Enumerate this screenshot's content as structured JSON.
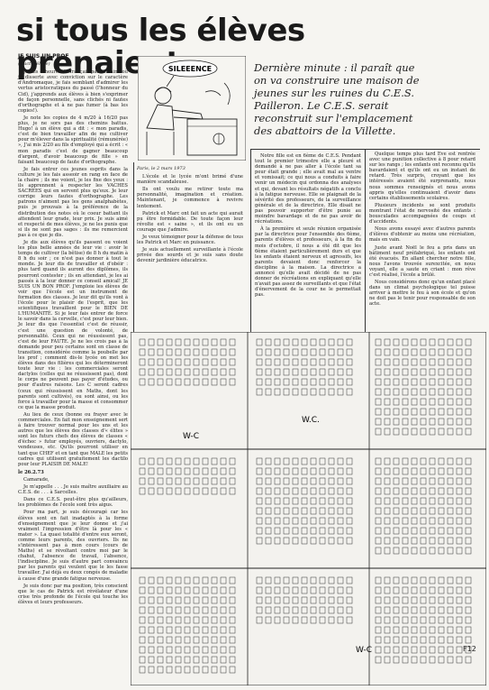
{
  "headline": "si tous les élèves prenaient",
  "left_column": {
    "heading": "JE SUIS UN PROF",
    "subheading": "(tract d'élève)",
    "paragraphs": [
      "Je fais 4 heures de français par semaine où je disserte avec conviction sur le caractère d'Andromaque, je fais semblant d'admirer les vertus aristocratiques du passé (l'honneur du Cid), j'apprends aux élèves à bien s'exprimer de façon personnelle, sans clichés ni fautes d'orthographe et à ne pas fumer (à bas les copies!).",
      "Je note les copies de 4 m/20 à 16/20 pas plus, je ne sors pas des chemins battus. Hugo! à un élève qui a dit : « mon paradis, c'est de bien travailler afin de me cultiver pour m'élever dans la spiritualité (rémunérée) », J'ai mis 2/20 au fils d'employé qui a écrit : « mon paradis c'est de gagner beaucoup d'argent, d'avoir beaucoup de fille » en faisant beaucoup de faute d'orthographe.",
      "Je fais entrer ces jeunes esprits dans la culture je les fais asseoir en rang en face de la chaire ; ils me voient, je les fixe des yeux : ils apprennent à respecter les VACHES SACRÉES qui en servent plus qu'eux. Je leur corrige leurs fautes d'orthographe. Les patrons n'aiment pas les gens analphabètes, puis je prouvais à la préférence de la distribution des notes où le coeur battant ils attendent leur grade, leur prix. Je suis aimé et respecté de mes élèves, je ne les punis que si ils ne sont pas sages : ils me remercient pas à ce que je dis.",
      "Je dis aux élèves qu'ils passent ou voient les plus belle années de leur vie : avoir le temps de cultiver (la bêtise) de 8 h du matin à 8 h du soir ; ce n'est pas donner à tout le monde. Je leur dis de travailler et d'obéir : plus tard quand ils auront des diplômes, ils pourront contester ; ils en attendant, je les ai passés à la leur donner ce conseil amical! JE SUIS UN BON PROF. J'emploie les élèves de voir que l'école est un instrument de formation des classes. Je leur dit qu'ils vont à l'école pour le plaisir de l'esprit, que les scientifiques travaillent pour le BIEN DE L'HUMANITÉ. Si je leur fais entrer de force le savoir dans la cervelle, c'est pour leur bien. Je leur dis que l'essentiel c'est de réussir, c'est une question de volonté, de personnalité. Ceux qui ne réussissent pas, c'est de leur FAUTE. Je ne les crois pas à la demande pour peu certains sont en classe de transition, considérée comme la poubelle par les prof ; comment dis-le lycée on met les élèves dans des filières qui les détermineront toute leur vie : les commerciales seront dactylos (celles qui ne réussissent pas), dont le corps ne peuvent pas payer d'études, ou pour d'autres raisons. Les C seront cadres (ceux qui réussissent en Maths, dont les parents sont cultivés), ou sont ainsi, ou les force à travailler pour la masse et consommer ce que la masse produit.",
      "Au lieu de ceux (bonne ou frayer avec le commerciales. En fait mon enseignement sert à faire trouver normal pour les uns et les autres que les élèves des classes d'« élites » sont les futurs chefs des élèves de classes « d'échec » futur employés, ouvriers, dactylo, vendeuses, etc. Qu'ils pourront utiliser en tant que CHEF et en tant que MALE les petits cadres qui utilisent gratuitement les dactilo pour leur PLAISIR DE MALE!"
    ],
    "date": "le 26.2.73",
    "paragraphs2": [
      "Camarade,",
      "Je m'appelle . . . Je suis maître auxiliaire au C.E.S. de . . . à Sarcelles.",
      "Dans ce C.E.S. peut-être plus qu'ailleurs, les problèmes de l'école sont très aigus.",
      "Pour ma part, je suis découragé car les élèves sont en fait inadaptés à la forme d'enseignement que je leur donne et j'ai vraiment l'impression d'être là pour les « mater ». La quasi totalité d'entre eux seront, comme leurs parents, des ouvriers. Ils ne s'intéressent pas à mon cours (cours de Maths) et se révoltant contre moi par le chahut, l'absence de travail, l'absence, l'indiscipline. Je suis d'autre part convaincu par les parents qui veulent que le les fasse travailler. J'ai déjà eu deux congés de maladie à cause d'une grande fatigue nerveuse.",
      "Je suis donc par ma position, très conscient que le cas de Patrick est révélateur d'une crise très profonde de l'école qui touche les élèves et leurs professeurs."
    ]
  },
  "cartoon": {
    "speech_bubble": "SILEEENCE"
  },
  "late_note": {
    "lines": [
      "Dernière minute : il paraît que",
      "on va construire une maison de",
      "jeunes sur les ruines du C.E.S.",
      "Pailleron. Le C.E.S. serait",
      "reconstruit sur l'emplacement",
      "des abattoirs de la Villette."
    ]
  },
  "mid_column": {
    "dateline": "Paris, le 2 mars 1973",
    "paragraphs": [
      "L'école et le lycée m'ont brimé d'une manière scandaleuse.",
      "Ils ont voulu me retirer toute ma personnalité, imagination et création. Maintenant, je commence à revivre lentement.",
      "Patrick et Marc ont fait un acte qui aurait pu être formidable. De toute façon leur révolte est « saine », et ils ont eu un courage que j'admire.",
      "Je veux témoigner pour la défense de tous les Patrick et Marc en puissance.",
      "Je suis actuellement surveillante à l'école privée des sourds et je suis sans doute devenir jardinière éducatrice."
    ]
  },
  "col3": {
    "paragraphs": [
      "Notre fille est en 6ème de C.E.S. Pendant tout le premier trimestre elle a pleuré et demandé à ne pas aller à l'école tant sa peur était grande ; elle avait mal au ventre et vomissait; ce qui nous a conduits à faire venir un médecin qui ordonna des analyses et qui, devant les résultats négatifs a conclu à la fatigue nerveuse. Elle se plaignait de la sévérité des professeurs, de la surveillance générale et de la directrice. Elle disait ne pas pouvoir supporter d'être punie au moindre bavardage et de ne pas avoir de récréations.",
      "À la première et seule réunion organisée par la directrice pour l'ensemble des 6ème, parents d'élèves et professeurs, à la fin du mois d'octobre, il nous a été dit que les 6ème étaient particulièrement durs et que les enfants étaient nerveux et agressifs, les parents devaient donc renforcer la discipline à la maison. La directrice a annoncé qu'elle avait décidé de ne pas donner de récréations en expliquant qu'elle n'avait pas assez de surveillants et que l'état d'énervement de la cour ne le permettait pas."
    ]
  },
  "col4": {
    "paragraphs": [
      "Quelque temps plus tard Eve est rentrée avec une punition collective à 8 pour retard sur les rangs ; les enfants ont reconnu qu'ils bavardaient et qu'ils ont eu un instant de retard. Très surpris, croyant que les intéressés avaient été surprenants, nous nous sommes renseignés et nous avons appris qu'elles continuaient d'avoir dans certains établissements scolaires.",
      "Plusieurs incidents se sont produits montrant l'état de nervosité des enfants : bousculades accompagnées de coups et d'accidents.",
      "Nous avons essayé avec d'autres parents d'élèves d'obtenir au moins une récréation, mais en vain.",
      "Juste avant Noël le feu a pris dans un bâtiment neuf préfabriqué, les enfants ont été évacués. En allant chercher notre fille, nous l'avons trouvée surexcitée, en nous voyant, elle a saute en criant : mon rêve c'est réalisé, l'école a brûlé.",
      "Nous considérons donc qu'un enfant placé dans un climat psychologique tel puisse arriver à mettre le feu à son école et qu'on ne doit pas le tenir pour responsable de son acte."
    ]
  },
  "drawing": {
    "labels": [
      "W-C",
      "W.C.",
      "W-C"
    ],
    "page_number": "F12"
  }
}
